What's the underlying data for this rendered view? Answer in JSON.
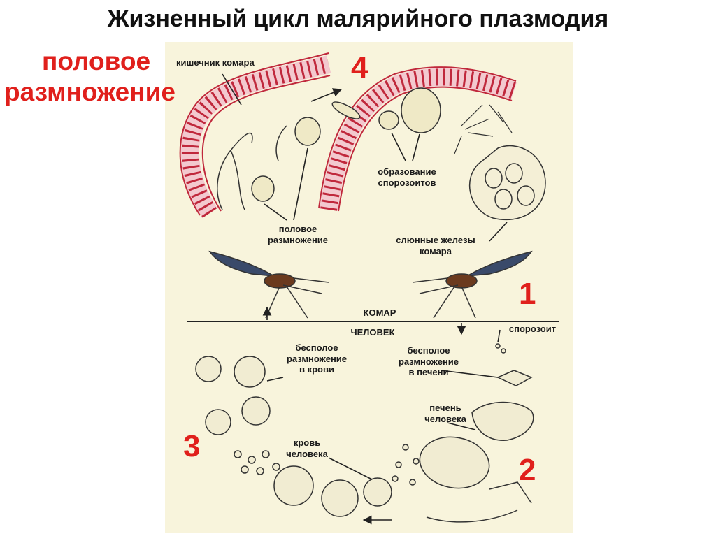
{
  "title": "Жизненный цикл малярийного плазмодия",
  "side_label": {
    "line1": "половое",
    "line2": "размножение"
  },
  "numbers": {
    "n1": "1",
    "n2": "2",
    "n3": "3",
    "n4": "4"
  },
  "labels": {
    "mosquito_gut": "кишечник комара",
    "sex_repro": {
      "line1": "половое",
      "line2": "размножение"
    },
    "sporozoite_formation": {
      "line1": "образование",
      "line2": "спорозоитов"
    },
    "salivary_glands": {
      "line1": "слюнные железы",
      "line2": "комара"
    },
    "mosquito": "КОМАР",
    "human": "ЧЕЛОВЕК",
    "sporozoite": "спорозоит",
    "asexual_blood": {
      "line1": "бесполое",
      "line2": "размножение",
      "line3": "в крови"
    },
    "asexual_liver": {
      "line1": "бесполое",
      "line2": "размножение",
      "line3": "в печени"
    },
    "human_liver": {
      "line1": "печень",
      "line2": "человека"
    },
    "human_blood": {
      "line1": "кровь",
      "line2": "человека"
    }
  },
  "colors": {
    "title": "#111111",
    "accent_red": "#e0201c",
    "panel_bg": "#f8f4dc",
    "gut_cells": "#c0283c"
  }
}
